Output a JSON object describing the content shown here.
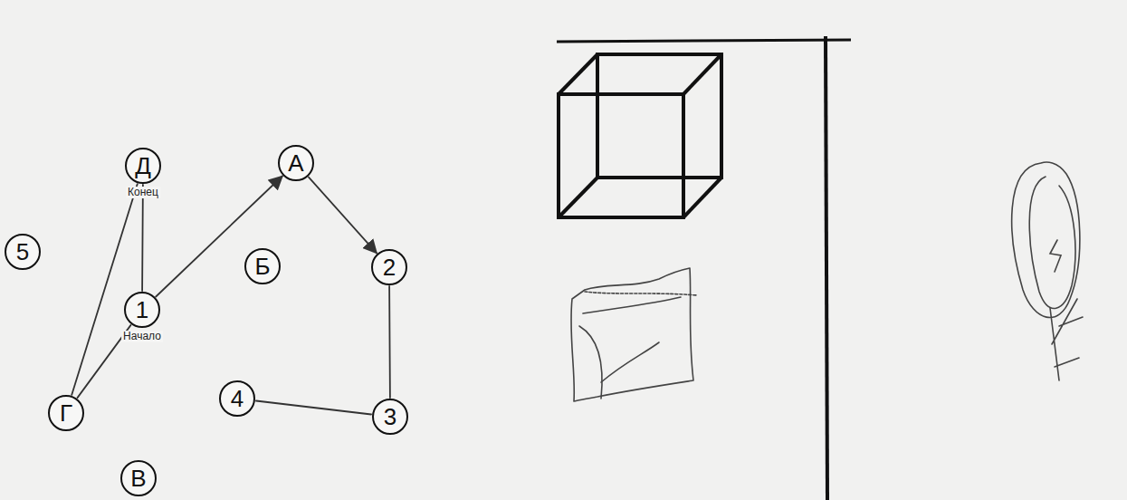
{
  "diagram": {
    "nodes": [
      {
        "text": [
          "Д",
          "Конец"
        ]
      },
      {
        "text": [
          "А"
        ]
      },
      {
        "text": [
          "5"
        ]
      },
      {
        "text": [
          "Б"
        ]
      },
      {
        "text": [
          "2"
        ]
      },
      {
        "text": [
          "1",
          "Начало"
        ]
      },
      {
        "text": [
          "Г"
        ]
      },
      {
        "text": [
          "4"
        ]
      },
      {
        "text": [
          "3"
        ]
      },
      {
        "text": [
          "В"
        ]
      }
    ],
    "edges": [
      {
        "from": 5,
        "to": 1,
        "arrow": "to"
      },
      {
        "from": 1,
        "to": 4,
        "arrow": "to"
      },
      {
        "from": 4,
        "to": 8,
        "arrow": "none"
      },
      {
        "from": 8,
        "to": 7,
        "arrow": "none"
      },
      {
        "from": 0,
        "to": 5,
        "arrow": "none"
      },
      {
        "from": 6,
        "to": 0,
        "arrow": "none"
      },
      {
        "from": 6,
        "to": 5,
        "arrow": "none"
      }
    ]
  }
}
